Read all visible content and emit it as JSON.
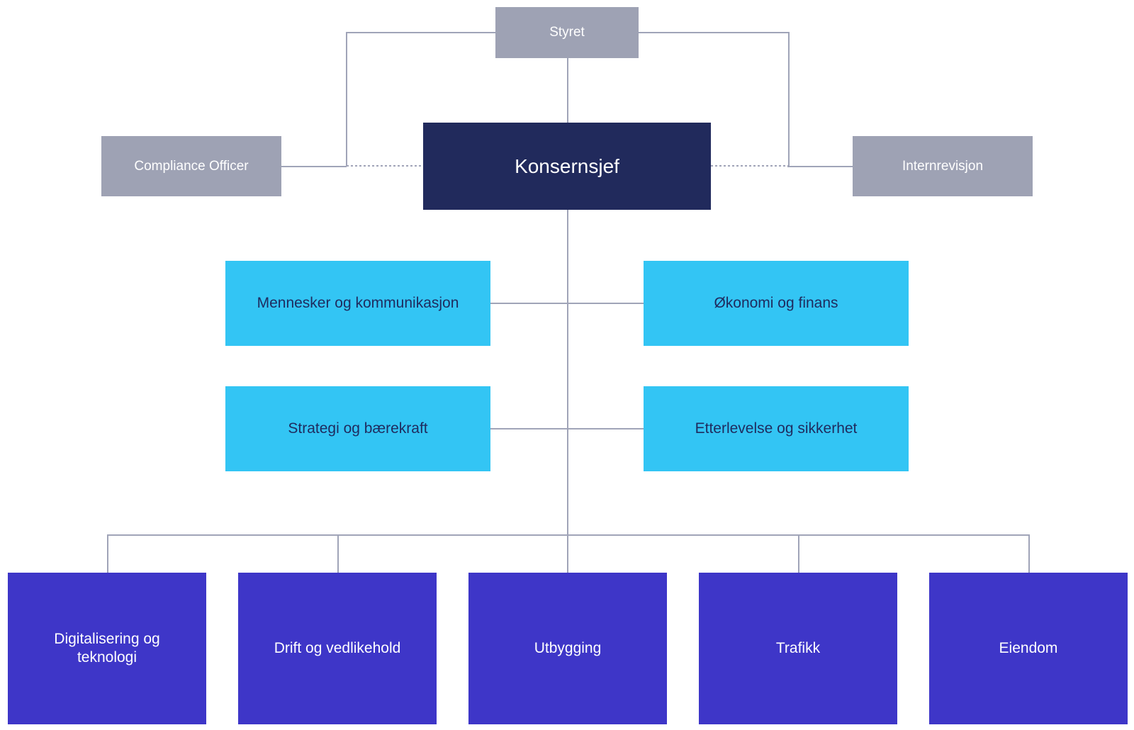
{
  "org": {
    "board_label": "Styret",
    "ceo_label": "Konsernsjef",
    "compliance_label": "Compliance Officer",
    "audit_label": "Internrevisjon",
    "staff_units": [
      {
        "label": "Mennesker og kommunikasjon"
      },
      {
        "label": "Økonomi og finans"
      },
      {
        "label": "Strategi og bærekraft"
      },
      {
        "label": "Etterlevelse og sikkerhet"
      }
    ],
    "divisions": [
      {
        "label": "Digitalisering og teknologi"
      },
      {
        "label": "Drift og vedlikehold"
      },
      {
        "label": "Utbygging"
      },
      {
        "label": "Trafikk"
      },
      {
        "label": "Eiendom"
      }
    ]
  },
  "colors": {
    "gray-node": "#9EA2B4",
    "navy-node": "#212A5C",
    "cyan-node": "#33C5F4",
    "indigo-node": "#3E36C8",
    "connector": "#A0A4B8",
    "text-light": "#FFFFFF",
    "text-navy": "#1F2B5E"
  }
}
